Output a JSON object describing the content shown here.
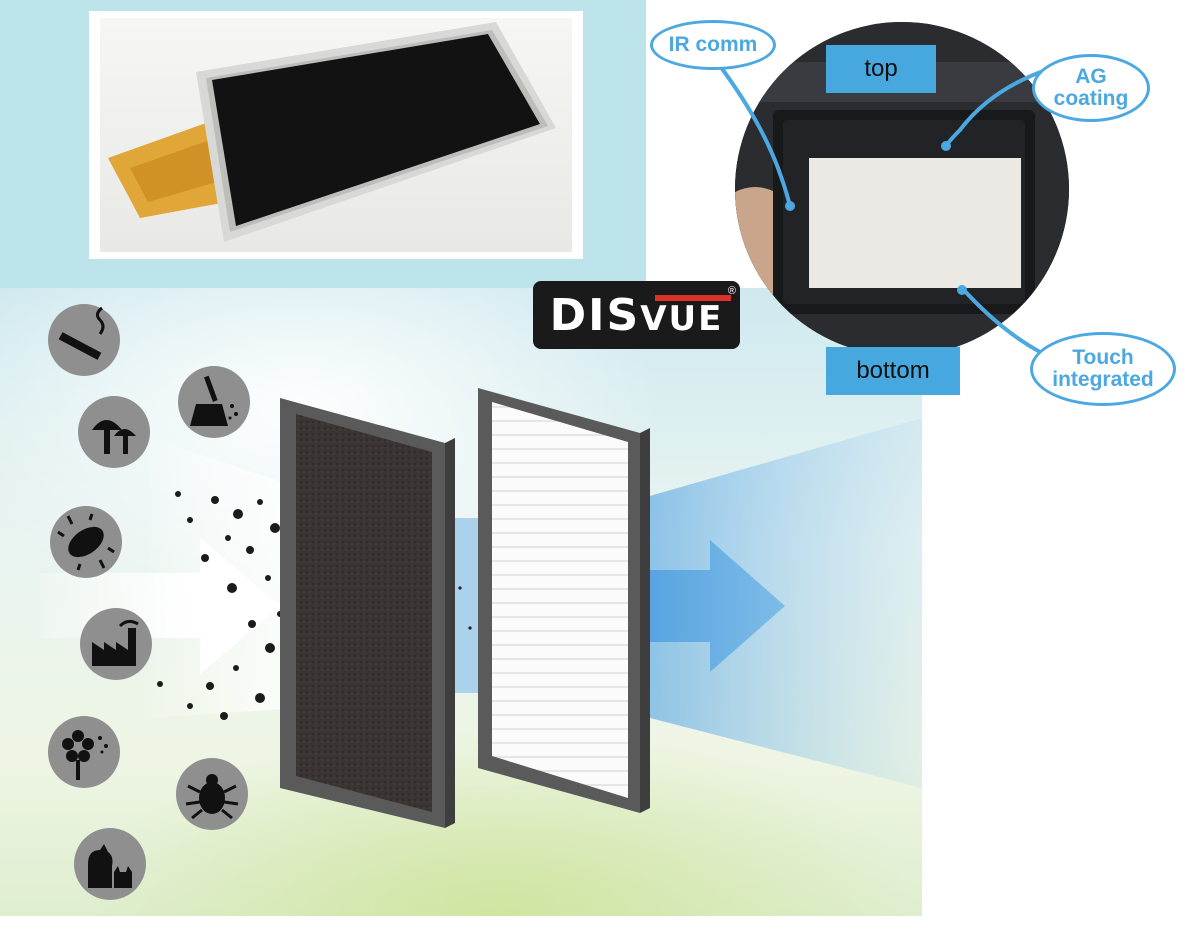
{
  "callouts": {
    "ir_comm": "IR comm",
    "ag_coating": "AG coating",
    "touch_integrated": "Touch integrated"
  },
  "labels": {
    "top": "top",
    "bottom": "bottom"
  },
  "logo": {
    "text_a": "DIS",
    "text_b": "VUE",
    "registered": "®"
  },
  "pollutant_icons": [
    "cigarette-icon",
    "mushroom-icon",
    "broom-dust-icon",
    "bacteria-icon",
    "factory-icon",
    "flower-pollen-icon",
    "mite-icon",
    "pet-icon"
  ],
  "colors": {
    "callout_blue": "#4ba8e0",
    "label_blue": "#47a7df",
    "logo_red": "#d9322b",
    "panel_blue": "#bde4ea"
  }
}
